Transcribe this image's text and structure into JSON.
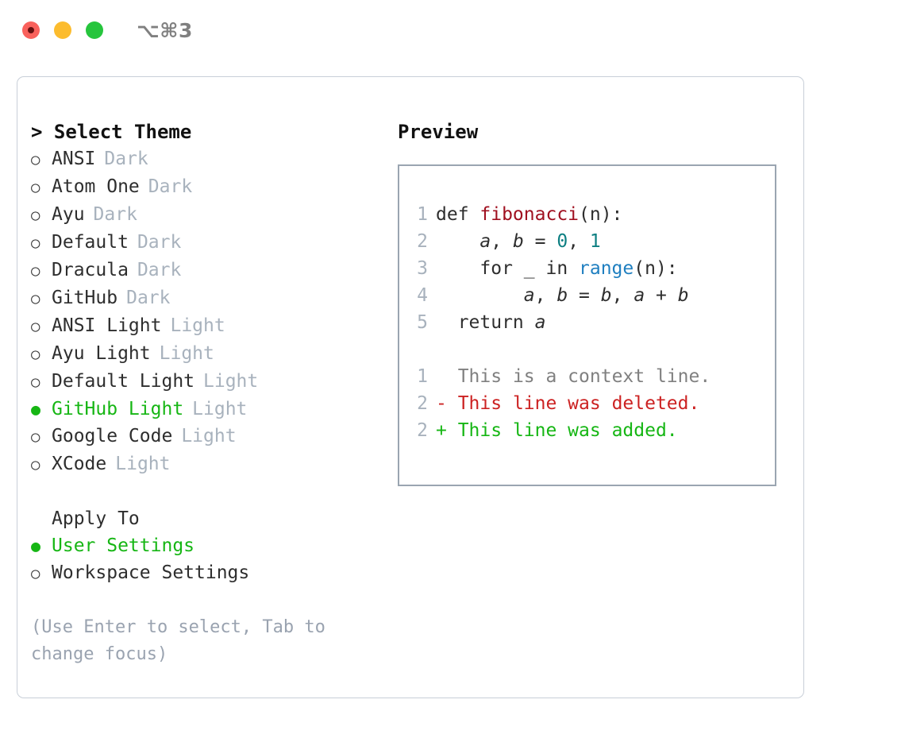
{
  "titlebar": {
    "shortcut": "⌥⌘3",
    "buttons": [
      {
        "name": "close",
        "color": "#f9615c"
      },
      {
        "name": "minimize",
        "color": "#fcbc2e"
      },
      {
        "name": "zoom",
        "color": "#26c53d"
      }
    ]
  },
  "theme_list": {
    "heading": "> Select Theme",
    "marker_unselected": "○",
    "marker_selected": "●",
    "accent_color": "#16b614",
    "items": [
      {
        "marker": "○",
        "label": "ANSI",
        "suffix": "Dark",
        "selected": false
      },
      {
        "marker": "○",
        "label": "Atom One",
        "suffix": "Dark",
        "selected": false
      },
      {
        "marker": "○",
        "label": "Ayu",
        "suffix": "Dark",
        "selected": false
      },
      {
        "marker": "○",
        "label": "Default",
        "suffix": "Dark",
        "selected": false
      },
      {
        "marker": "○",
        "label": "Dracula",
        "suffix": "Dark",
        "selected": false
      },
      {
        "marker": "○",
        "label": "GitHub",
        "suffix": "Dark",
        "selected": false
      },
      {
        "marker": "○",
        "label": "ANSI Light",
        "suffix": "Light",
        "selected": false
      },
      {
        "marker": "○",
        "label": "Ayu Light",
        "suffix": "Light",
        "selected": false
      },
      {
        "marker": "○",
        "label": "Default Light",
        "suffix": "Light",
        "selected": false
      },
      {
        "marker": "●",
        "label": "GitHub Light",
        "suffix": "Light",
        "selected": true
      },
      {
        "marker": "○",
        "label": "Google Code",
        "suffix": "Light",
        "selected": false
      },
      {
        "marker": "○",
        "label": "XCode",
        "suffix": "Light",
        "selected": false
      }
    ]
  },
  "apply_to": {
    "heading": "Apply To",
    "items": [
      {
        "marker": "●",
        "label": "User Settings",
        "selected": true
      },
      {
        "marker": "○",
        "label": "Workspace Settings",
        "selected": false
      }
    ]
  },
  "hint": "(Use Enter to select, Tab to change focus)",
  "preview": {
    "heading": "Preview",
    "code_lines": [
      {
        "lineno": "1",
        "tokens": [
          {
            "text": "def ",
            "kind": "plain"
          },
          {
            "text": "fibonacci",
            "kind": "fn"
          },
          {
            "text": "(n):",
            "kind": "plain"
          }
        ]
      },
      {
        "lineno": "2",
        "tokens": [
          {
            "text": "    ",
            "kind": "plain"
          },
          {
            "text": "a",
            "kind": "var"
          },
          {
            "text": ", ",
            "kind": "plain"
          },
          {
            "text": "b",
            "kind": "var"
          },
          {
            "text": " = ",
            "kind": "plain"
          },
          {
            "text": "0",
            "kind": "num"
          },
          {
            "text": ", ",
            "kind": "plain"
          },
          {
            "text": "1",
            "kind": "num"
          }
        ]
      },
      {
        "lineno": "3",
        "tokens": [
          {
            "text": "    for _ in ",
            "kind": "plain"
          },
          {
            "text": "range",
            "kind": "call"
          },
          {
            "text": "(n):",
            "kind": "plain"
          }
        ]
      },
      {
        "lineno": "4",
        "tokens": [
          {
            "text": "        ",
            "kind": "plain"
          },
          {
            "text": "a",
            "kind": "var"
          },
          {
            "text": ", ",
            "kind": "plain"
          },
          {
            "text": "b",
            "kind": "var"
          },
          {
            "text": " = ",
            "kind": "plain"
          },
          {
            "text": "b",
            "kind": "var"
          },
          {
            "text": ", ",
            "kind": "plain"
          },
          {
            "text": "a",
            "kind": "var"
          },
          {
            "text": " + ",
            "kind": "plain"
          },
          {
            "text": "b",
            "kind": "var"
          }
        ]
      },
      {
        "lineno": "5",
        "tokens": [
          {
            "text": "  return ",
            "kind": "plain"
          },
          {
            "text": "a",
            "kind": "var"
          }
        ]
      }
    ],
    "diff_lines": [
      {
        "lineno": "1",
        "prefix": " ",
        "text": " This is a context line.",
        "kind": "ctx"
      },
      {
        "lineno": "2",
        "prefix": "-",
        "text": " This line was deleted.",
        "kind": "del"
      },
      {
        "lineno": "2",
        "prefix": "+",
        "text": " This line was added.",
        "kind": "add"
      }
    ]
  }
}
